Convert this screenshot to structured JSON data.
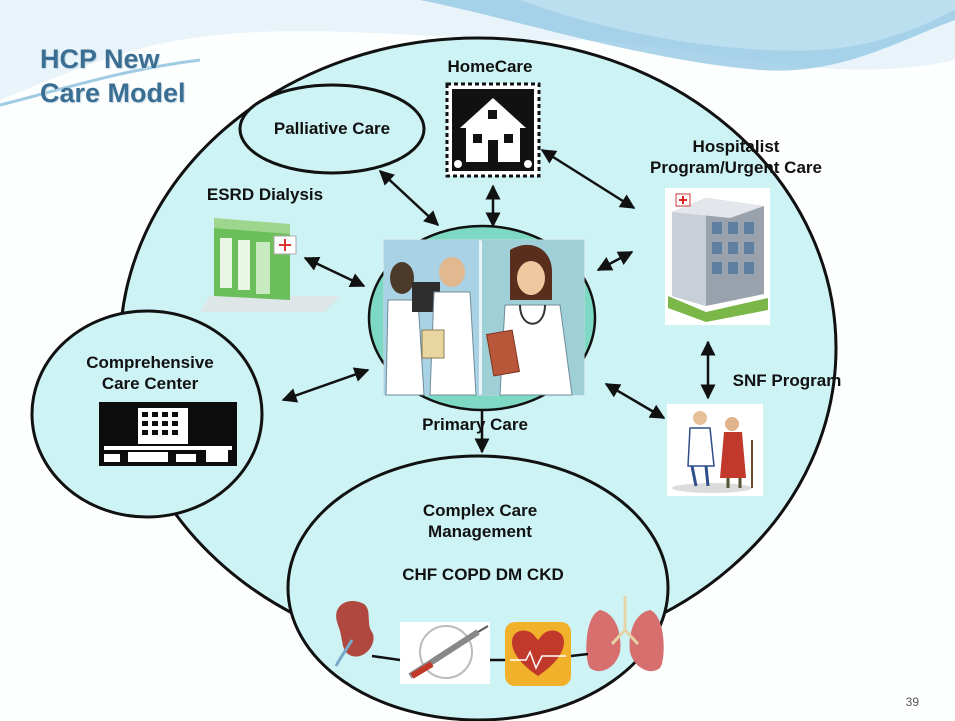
{
  "title": {
    "line1": "HCP New",
    "line2": "Care Model"
  },
  "labels": {
    "homecare": "HomeCare",
    "palliative": "Palliative Care",
    "hospitalist_line1": "Hospitalist",
    "hospitalist_line2": "Program/Urgent Care",
    "esrd": "ESRD Dialysis",
    "comprehensive_line1": "Comprehensive",
    "comprehensive_line2": "Care Center",
    "snf": "SNF Program",
    "primary": "Primary Care",
    "complex_line1": "Complex Care",
    "complex_line2": "Management",
    "conditions": "CHF COPD DM CKD"
  },
  "page_number": "39",
  "colors": {
    "outer_fill": "#cdf3f5",
    "inner_fill": "#7dd9c4",
    "title": "#3a6f93",
    "wave": "#8fc6e3"
  },
  "icons": [
    "house-icon",
    "hospital-building-icon",
    "dialysis-clinic-icon",
    "care-center-building-icon",
    "doctors-icon",
    "elderly-patient-icon",
    "kidney-icon",
    "syringe-icon",
    "heart-icon",
    "lungs-icon"
  ]
}
